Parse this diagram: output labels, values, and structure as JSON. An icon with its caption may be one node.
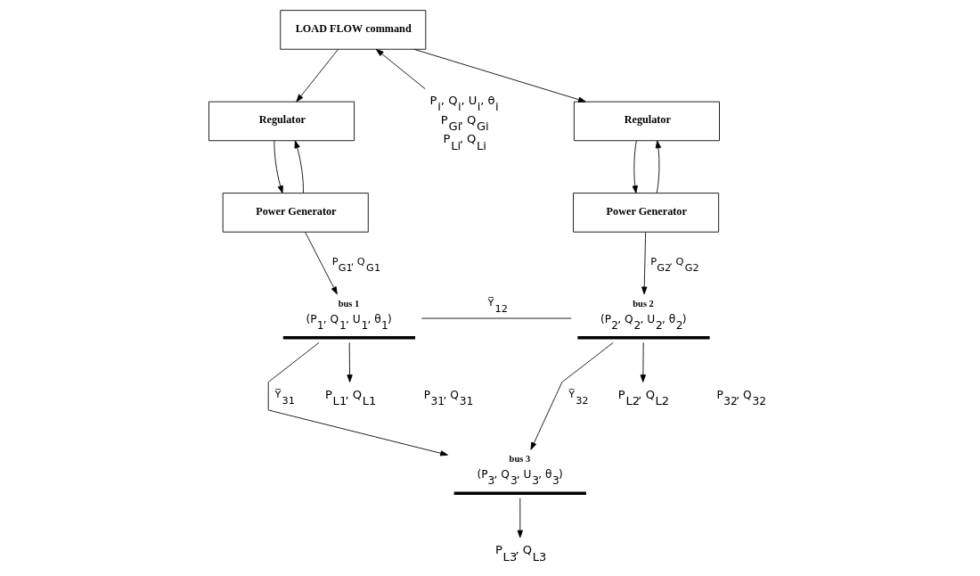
{
  "diagram": {
    "nodes": [
      {
        "text": [
          "LOAD FLOW command"
        ]
      },
      {
        "text": [
          "Regulator"
        ]
      },
      {
        "text": [
          "Power Generator"
        ]
      },
      {
        "text": [
          "Regulator"
        ]
      },
      {
        "text": [
          "Power Generator"
        ]
      },
      {
        "text": [
          "bus 1",
          "(P$_{1}$, Q$_{1}$, U$_{1}$, θ$_{1}$)"
        ]
      },
      {
        "text": [
          "bus 2",
          "(P$_{2}$, Q$_{2}$, U$_{2}$, θ$_{2}$)"
        ]
      },
      {
        "text": [
          "bus 3",
          "(P$_{3}$, Q$_{3}$, U$_{3}$, θ$_{3}$)"
        ]
      },
      {
        "text": [
          "P$_{L1}$, Q$_{L1}$"
        ]
      },
      {
        "text": [
          "P$_{L2}$, Q$_{L2}$"
        ]
      },
      {
        "text": [
          "P$_{L3}$, Q$_{L3}$"
        ]
      },
      {
        "text": [
          "P$_{i}$, Q$_{i}$, U$_{i}$, θ$_{i}$",
          "P$_{Gi}$, Q$_{Gi}$",
          "P$_{Li}$, Q$_{Li}$"
        ]
      }
    ],
    "edges": [
      {
        "from": 0,
        "to": 1,
        "arrow": "to"
      },
      {
        "from": 0,
        "to": 3,
        "arrow": "to"
      },
      {
        "from": 11,
        "to": 0,
        "arrow": "to"
      },
      {
        "from": 1,
        "to": 2,
        "arrow": "to"
      },
      {
        "from": 3,
        "to": 4,
        "arrow": "to"
      },
      {
        "from": 2,
        "to": 5,
        "arrow": "to",
        "label": "P$_{G1}$, Q$_{G1}$"
      },
      {
        "from": 2,
        "to": 1,
        "arrow": "to"
      },
      {
        "from": 4,
        "to": 6,
        "arrow": "to",
        "label": "P$_{G2}$, Q$_{G2}$"
      },
      {
        "from": 4,
        "to": 3,
        "arrow": "to"
      },
      {
        "from": 5,
        "to": 6,
        "arrow": "none",
        "label": "Y̅$_{12}$"
      },
      {
        "from": 5,
        "to": 8,
        "arrow": "to"
      },
      {
        "from": 6,
        "to": 9,
        "arrow": "to"
      },
      {
        "from": 5,
        "to": 7,
        "arrow": "to",
        "label": "Y̅$_{31}$"
      },
      {
        "from": 6,
        "to": 7,
        "arrow": "to",
        "label": "Y̅$_{32}$"
      },
      {
        "from": 7,
        "to": 10,
        "arrow": "to"
      }
    ],
    "labels": [
      "P$_{31}$, Q$_{31}$",
      "P$_{32}$, Q$_{32}$"
    ]
  }
}
